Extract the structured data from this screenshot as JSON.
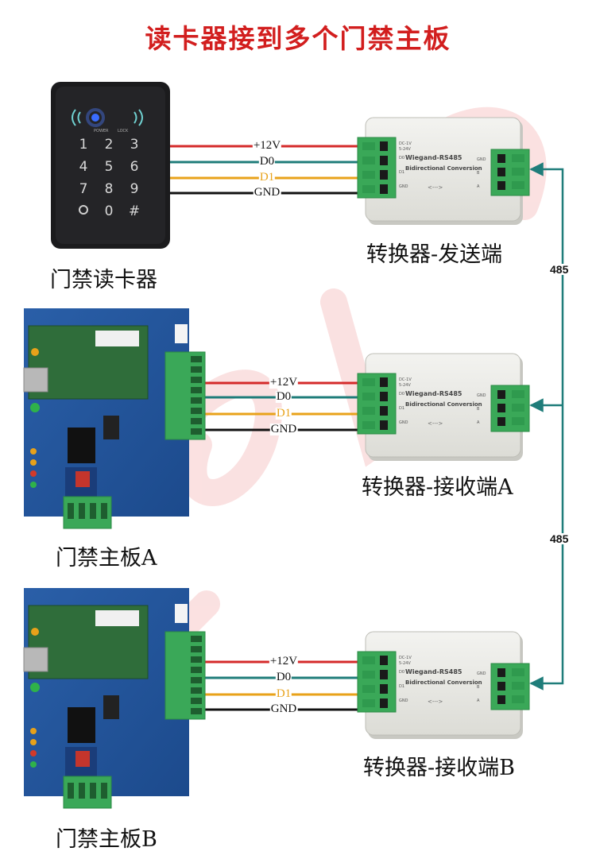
{
  "title": "读卡器接到多个门禁主板",
  "devices": {
    "reader": {
      "caption": "门禁读卡器",
      "keys": [
        "1",
        "2",
        "3",
        "4",
        "5",
        "6",
        "7",
        "8",
        "9",
        "",
        "0",
        "#"
      ],
      "indicators": [
        "POWER",
        "LOCK"
      ]
    },
    "board_a": {
      "caption": "门禁主板A"
    },
    "board_b": {
      "caption": "门禁主板B"
    },
    "converter_tx": {
      "caption": "转换器-发送端"
    },
    "converter_rx_a": {
      "caption": "转换器-接收端A"
    },
    "converter_rx_b": {
      "caption": "转换器-接收端B"
    }
  },
  "converter_label": {
    "brand": "Wiegand-RS485",
    "subtitle": "Bidirectional Conversion",
    "arrow": "<--->",
    "left_pins": [
      "DC-1V",
      "D0",
      "D1",
      "GND"
    ],
    "left_pin_note": "5-24V",
    "right_pins": [
      "GND",
      "B",
      "A"
    ]
  },
  "wires": [
    {
      "label": "+12V",
      "color": "#d42a2a"
    },
    {
      "label": "D0",
      "color": "#1f7d7a"
    },
    {
      "label": "D1",
      "color": "#e8a21a"
    },
    {
      "label": "GND",
      "color": "#111111"
    }
  ],
  "bus": {
    "color": "#1f7d7a",
    "label_1": "485",
    "label_2": "485"
  },
  "watermark_color": "#f4b6b6"
}
